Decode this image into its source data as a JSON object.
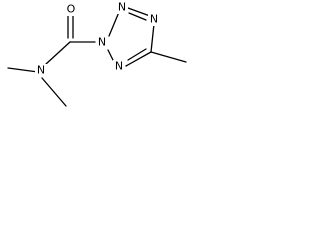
{
  "molecule": {
    "atoms": {
      "oxygen": "O",
      "amide_nitrogen": "N",
      "ring_n2": "N",
      "ring_n3": "N",
      "ring_n4": "N",
      "ring_n1": "N"
    },
    "colors": {
      "bond": "#000000",
      "label": "#000000",
      "background": "#ffffff"
    }
  }
}
